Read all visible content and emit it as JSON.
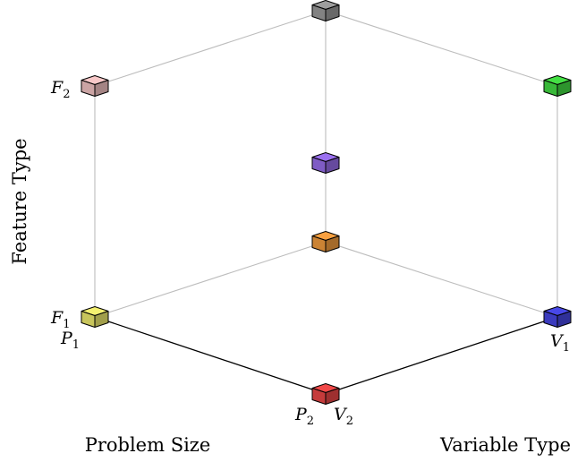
{
  "axis_titles": {
    "feature": "Feature Type",
    "problem": "Problem Size",
    "variable": "Variable Type"
  },
  "vertex_labels": {
    "F2": {
      "main": "F",
      "sub": "2"
    },
    "F1": {
      "main": "F",
      "sub": "1"
    },
    "P1": {
      "main": "P",
      "sub": "1"
    },
    "P2": {
      "main": "P",
      "sub": "2"
    },
    "V2": {
      "main": "V",
      "sub": "2"
    },
    "V1": {
      "main": "V",
      "sub": "1"
    }
  },
  "cube_colors": {
    "top": "#9e9e9e",
    "f2": "#f8c8c8",
    "green": "#44e044",
    "purple": "#9b70f0",
    "orange": "#f8a040",
    "yellow": "#f4f070",
    "blue": "#4848e8",
    "red": "#f04848"
  },
  "edge_colors": {
    "front": "#000000",
    "back": "#bdbdbd"
  }
}
